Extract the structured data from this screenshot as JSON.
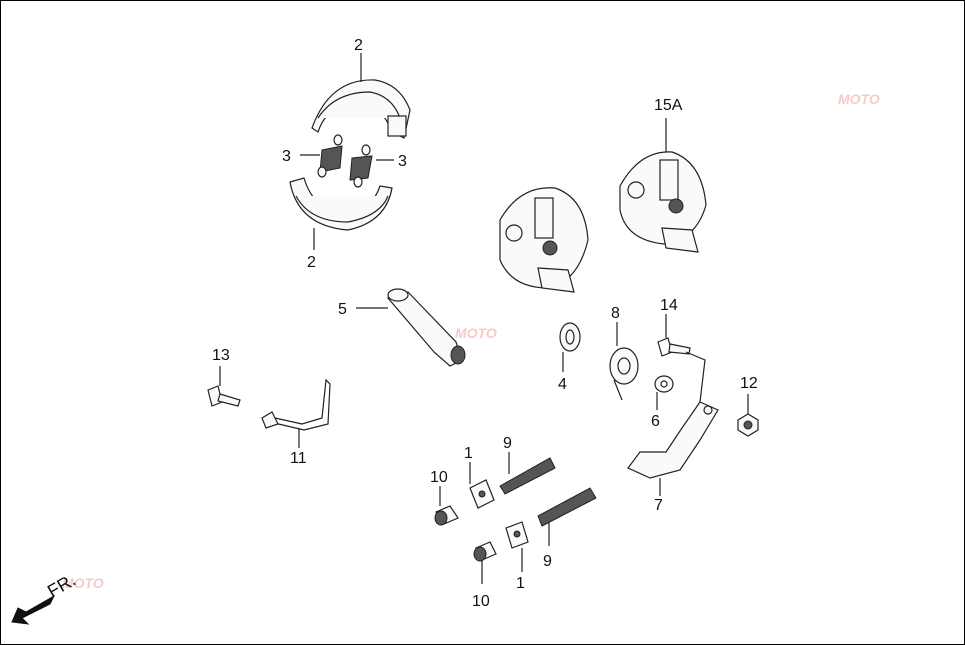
{
  "diagram": {
    "border_color": "#000000",
    "labels": {
      "brake_shoe_top": "2",
      "brake_shoe_bottom": "2",
      "spring_left": "3",
      "spring_right": "3",
      "brake_panel_b": "15A",
      "cam": "5",
      "seal": "4",
      "return_spring": "8",
      "bolt_top": "14",
      "indicator": "6",
      "nut": "12",
      "brake_arm": "7",
      "bolt_left": "13",
      "stopper_rod": "11",
      "joint_top": "1",
      "joint_bottom": "1",
      "adjust_spring_top": "9",
      "adjust_spring_bottom": "9",
      "adjust_nut_top": "10",
      "adjust_nut_bottom": "10"
    },
    "direction_label": "FR.",
    "watermark_text": "MOTO",
    "watermark_color": "#e06a6a"
  }
}
